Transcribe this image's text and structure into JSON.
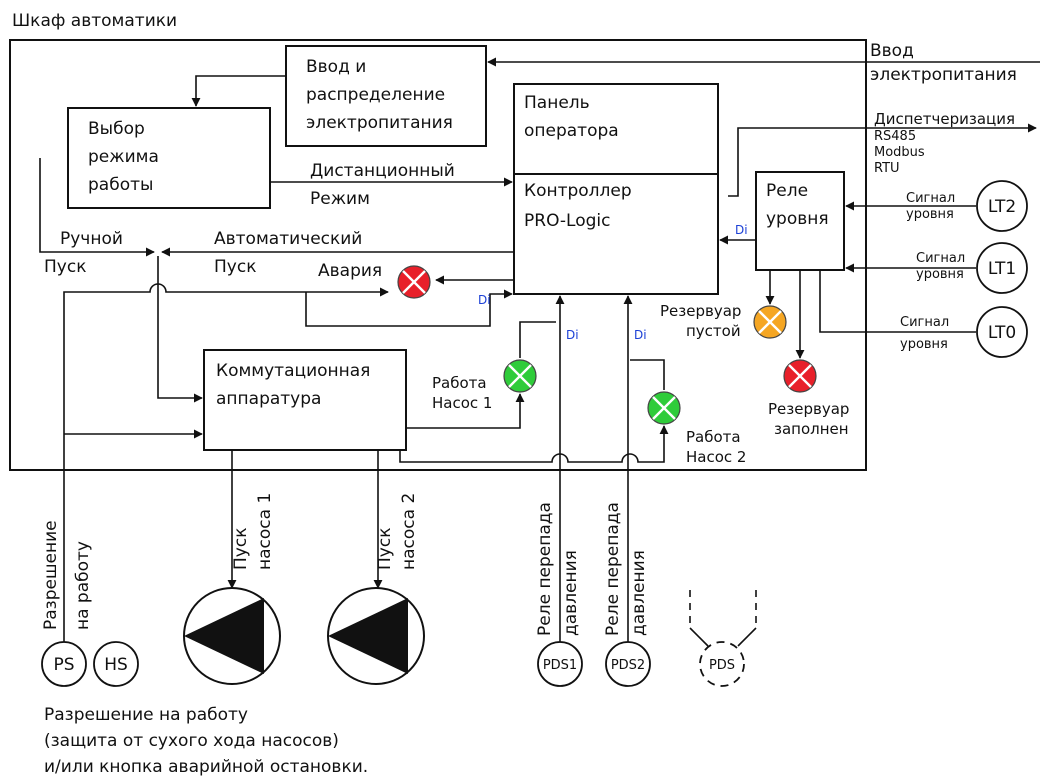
{
  "cabinet_title": "Шкаф автоматики",
  "power_input": [
    "Ввод",
    "электропитания"
  ],
  "blocks": {
    "power_distribution": [
      "Ввод и",
      "распределение",
      "электропитания"
    ],
    "mode_select": [
      "Выбор",
      "режима",
      "работы"
    ],
    "operator_panel": [
      "Панель",
      "оператора"
    ],
    "controller": [
      "Контроллер",
      "PRO-Logic"
    ],
    "level_relay": [
      "Реле",
      "уровня"
    ],
    "switchgear": [
      "Коммутационная",
      "аппаратура"
    ]
  },
  "flows": {
    "remote_mode": [
      "Дистанционный",
      "Режим"
    ],
    "manual_start": [
      "Ручной",
      "Пуск"
    ],
    "auto_start": [
      "Автоматический",
      "Пуск"
    ],
    "alarm": "Авария",
    "dispatching": [
      "Диспетчеризация",
      "RS485",
      "Modbus",
      "RTU"
    ],
    "di": "Di",
    "level_signal": [
      "Сигнал",
      "уровня"
    ]
  },
  "indicators": {
    "tank_empty": [
      "Резервуар",
      "пустой"
    ],
    "tank_full": [
      "Резервуар",
      "заполнен"
    ],
    "pump1_running": [
      "Работа",
      "Насос 1"
    ],
    "pump2_running": [
      "Работа",
      "Насос 2"
    ]
  },
  "colors": {
    "alarm": "#e8202a",
    "running": "#2fcc3a",
    "empty": "#f5a623"
  },
  "sensors": {
    "lt2": "LT2",
    "lt1": "LT1",
    "lt0": "LT0",
    "ps": "PS",
    "hs": "HS",
    "pds1": "PDS1",
    "pds2": "PDS2",
    "pds": "PDS"
  },
  "field_labels": {
    "permission": [
      "Разрешение",
      "на работу"
    ],
    "pump1_start": [
      "Пуск",
      "насоса 1"
    ],
    "pump2_start": [
      "Пуск",
      "насоса 2"
    ],
    "pressure_relay_1": [
      "Реле перепада",
      "давления"
    ],
    "pressure_relay_2": [
      "Реле перепада",
      "давления"
    ]
  },
  "footnote": [
    "Разрешение на работу",
    "(защита от сухого хода насосов)",
    "и/или кнопка аварийной остановки."
  ]
}
